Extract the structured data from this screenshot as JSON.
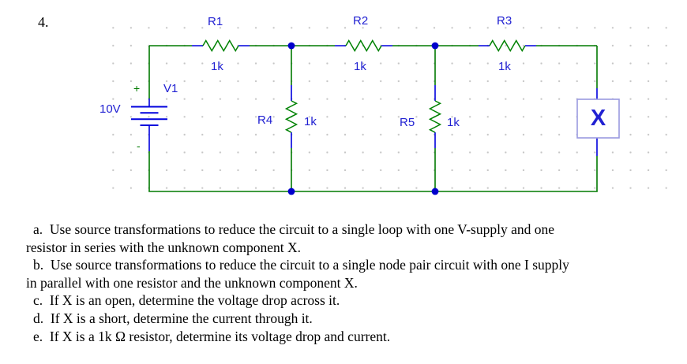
{
  "problem_number": "4.",
  "circuit": {
    "voltage_source": {
      "name": "V1",
      "value": "10V",
      "plus_sign": "+",
      "minus_sign": "-"
    },
    "resistors": [
      {
        "name": "R1",
        "value": "1k"
      },
      {
        "name": "R2",
        "value": "1k"
      },
      {
        "name": "R3",
        "value": "1k"
      },
      {
        "name": "R4",
        "value": "1k"
      },
      {
        "name": "R5",
        "value": "1k"
      }
    ],
    "unknown_component": {
      "label": "X"
    },
    "colors": {
      "wire_green": "#007a00",
      "component_lead_blue": "#0000dd",
      "label_blue": "#2121d2",
      "junction_dot_blue": "#0000cc",
      "x_box_border": "#9a9ae0",
      "grid_dot_gray": "#c6c6c6"
    }
  },
  "questions": {
    "lines": [
      "a.  Use source transformations to reduce the circuit to a single loop with one V-supply and one",
      "resistor in series with the unknown component X.",
      "b.  Use source transformations to reduce the circuit to a single node pair circuit with one I supply",
      "in parallel with one resistor and the unknown component X.",
      "c.  If X is an open, determine the voltage drop across it.",
      "d.  If X is a short, determine the current through it.",
      "e.  If X is a 1k Ω resistor, determine its voltage drop and current."
    ]
  }
}
